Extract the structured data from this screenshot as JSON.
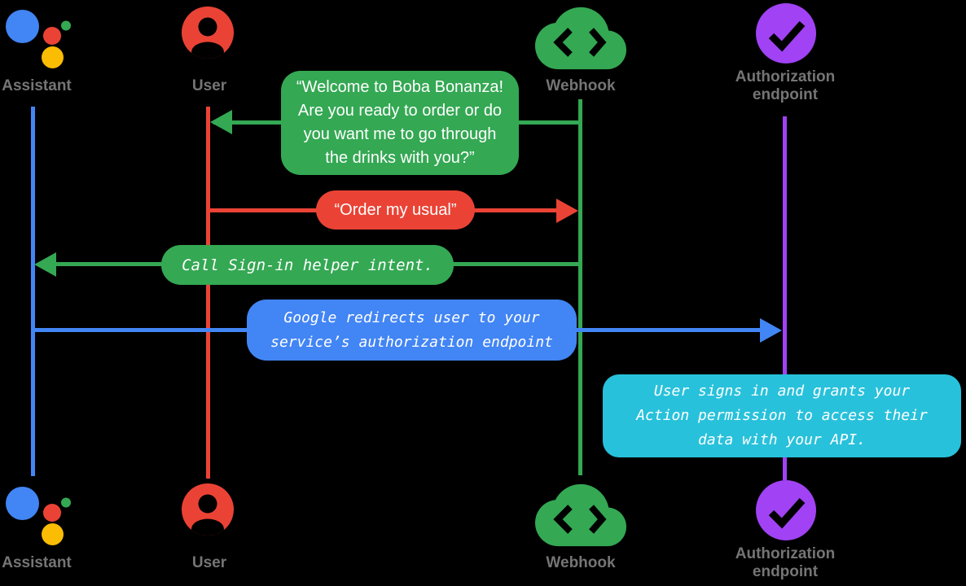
{
  "colors": {
    "background": "#000000",
    "blue": "#4285F4",
    "red": "#EA4335",
    "green": "#34A853",
    "yellow": "#FBBC04",
    "purple": "#A142F4",
    "cyan": "#28C1DB",
    "label_gray": "#757575",
    "bubble_text": "#FFFFFF"
  },
  "actors": {
    "assistant": {
      "label": "Assistant",
      "icon": "google-assistant-icon"
    },
    "user": {
      "label": "User",
      "icon": "person-circle-icon"
    },
    "webhook": {
      "label": "Webhook",
      "icon": "cloud-code-icon"
    },
    "auth": {
      "label": "Authorization\nendpoint",
      "icon": "check-circle-icon"
    }
  },
  "messages": [
    {
      "from": "webhook",
      "to": "user",
      "color": "green",
      "style": "speech",
      "text": "“Welcome to Boba Bonanza!\nAre you ready to order or do\nyou want me to go through\nthe drinks with you?”"
    },
    {
      "from": "user",
      "to": "webhook",
      "color": "red",
      "style": "speech",
      "text": "“Order my usual”"
    },
    {
      "from": "webhook",
      "to": "assistant",
      "color": "green",
      "style": "code",
      "text": "Call Sign-in helper intent."
    },
    {
      "from": "assistant",
      "to": "auth",
      "color": "blue",
      "style": "code",
      "text": "Google redirects user to your\nservice’s authorization endpoint"
    },
    {
      "note_on": "auth",
      "color": "cyan",
      "style": "code",
      "text": "User signs in and grants your\nAction permission to access their\ndata with your API."
    }
  ]
}
